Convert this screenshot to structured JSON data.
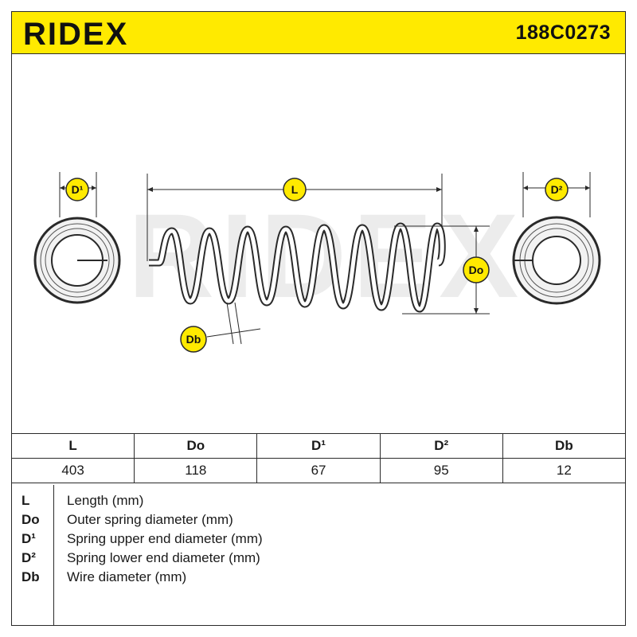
{
  "header": {
    "brand": "RIDEX",
    "part_number": "188C0273",
    "background_color": "#ffea00"
  },
  "watermark": "RIDEX",
  "diagram": {
    "label_upper_end": "D¹",
    "label_length": "L",
    "label_lower_end": "D²",
    "label_outer_diameter": "Do",
    "label_wire": "Db"
  },
  "table": {
    "headers": [
      "L",
      "Do",
      "D¹",
      "D²",
      "Db"
    ],
    "values": [
      "403",
      "118",
      "67",
      "95",
      "12"
    ]
  },
  "legend": [
    {
      "code": "L",
      "description": "Length (mm)"
    },
    {
      "code": "Do",
      "description": "Outer spring diameter (mm)"
    },
    {
      "code": "D¹",
      "description": "Spring upper end diameter (mm)"
    },
    {
      "code": "D²",
      "description": "Spring lower end diameter (mm)"
    },
    {
      "code": "Db",
      "description": "Wire diameter (mm)"
    }
  ],
  "colors": {
    "badge": "#ffea00",
    "line": "#2a2a2a"
  }
}
